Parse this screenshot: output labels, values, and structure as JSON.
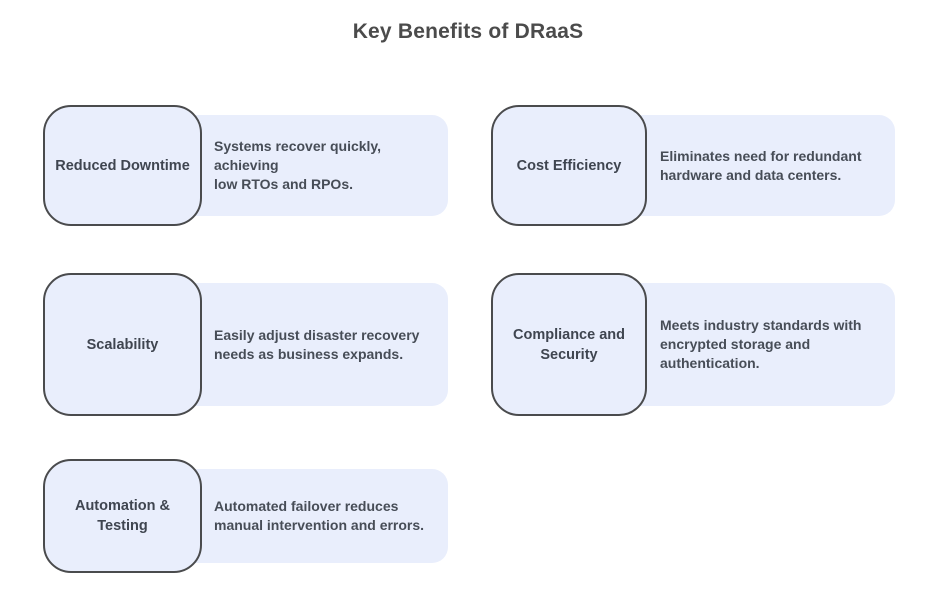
{
  "title": "Key Benefits of DRaaS",
  "colors": {
    "background": "#ffffff",
    "card_fill": "#e9eefc",
    "label_border": "#4a4b4d",
    "label_text": "#3f4550",
    "description_text": "#474d57",
    "title_text": "#4b4b4b"
  },
  "cards": [
    {
      "label": "Reduced Downtime",
      "description": "Systems recover quickly, achieving\nlow RTOs and RPOs."
    },
    {
      "label": "Cost Efficiency",
      "description": "Eliminates need for redundant\nhardware and data centers."
    },
    {
      "label": "Scalability",
      "description": "Easily adjust disaster recovery\nneeds as business expands."
    },
    {
      "label": "Compliance and\nSecurity",
      "description": "Meets industry standards with\nencrypted storage and\nauthentication."
    },
    {
      "label": "Automation &\nTesting",
      "description": "Automated failover reduces\nmanual intervention and errors."
    }
  ]
}
